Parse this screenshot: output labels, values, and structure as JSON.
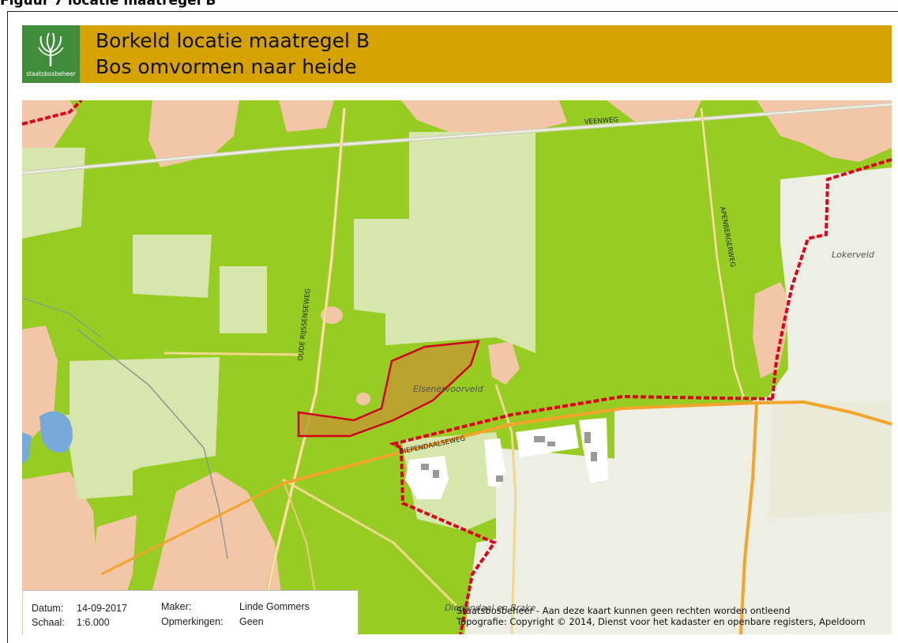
{
  "figure_caption": "Figuur 7 locatie maatregel B",
  "banner": {
    "logo_text": "staatsbosbeheer",
    "title": "Borkeld locatie maatregel B",
    "subtitle": "Bos omvormen naar heide"
  },
  "map": {
    "road_labels": [
      "VEENWEG",
      "APENBERGERWEG",
      "OUDE RIJSSENSEWEG",
      "DIEPENDAALSEWEG"
    ],
    "place_labels": [
      "Lokerveld",
      "Elsenervoorveld",
      "Diependaal en Brake"
    ]
  },
  "info": {
    "datum_label": "Datum:",
    "datum_value": "14-09-2017",
    "schaal_label": "Schaal:",
    "schaal_value": "1:6.000",
    "maker_label": "Maker:",
    "maker_value": "Linde Gommers",
    "opmerkingen_label": "Opmerkingen:",
    "opmerkingen_value": "Geen"
  },
  "copyright": {
    "line1": "Staatsbosbeheer - Aan deze kaart kunnen geen rechten worden ontleend",
    "line2": "Topografie: Copyright © 2014, Dienst voor het kadaster en openbare registers, Apeldoorn"
  },
  "colors": {
    "forest": "#97cc22",
    "grass": "#d6e6ad",
    "built": "#f3c6a8",
    "farmland": "#eeefe4",
    "boundary": "#e0001e",
    "measure_fill": "#c09a30",
    "banner": "#d6a200",
    "logo": "#3f8d3b"
  }
}
